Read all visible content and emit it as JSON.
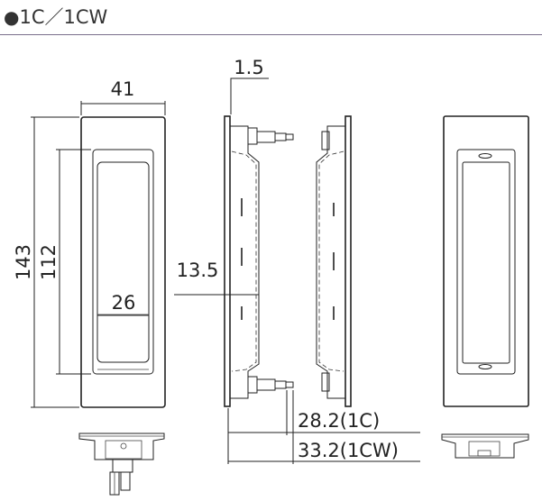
{
  "header": {
    "bullet": "●",
    "title": "1C／1CW"
  },
  "dimensions": {
    "width": "41",
    "height_total": "143",
    "height_recess": "112",
    "recess_width": "26",
    "flange_thickness": "1.5",
    "body_depth": "13.5",
    "depth_1c": "28.2(1C)",
    "depth_1cw": "33.2(1CW)"
  },
  "colors": {
    "line": "#222222",
    "rule": "#7a6f8c"
  }
}
